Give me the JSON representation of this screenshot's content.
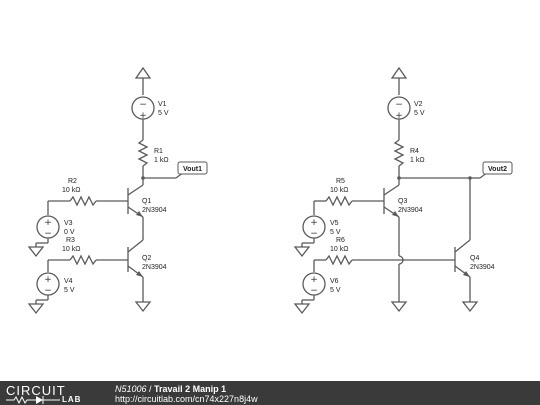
{
  "footer": {
    "logo_top": "CIRCUIT",
    "logo_bottom": "LAB",
    "circuit_id": "N51006",
    "separator": " / ",
    "circuit_name": "Travail 2 Manip 1",
    "url": "http://circuitlab.com/cn74x227n8j4w"
  },
  "left_circuit": {
    "V1": {
      "name": "V1",
      "value": "5 V"
    },
    "R1": {
      "name": "R1",
      "value": "1 kΩ"
    },
    "R2": {
      "name": "R2",
      "value": "10 kΩ"
    },
    "Q1": {
      "name": "Q1",
      "value": "2N3904"
    },
    "V3": {
      "name": "V3",
      "value": "0 V"
    },
    "R3": {
      "name": "R3",
      "value": "10 kΩ"
    },
    "Q2": {
      "name": "Q2",
      "value": "2N3904"
    },
    "V4": {
      "name": "V4",
      "value": "5 V"
    },
    "out": "Vout1"
  },
  "right_circuit": {
    "V2": {
      "name": "V2",
      "value": "5 V"
    },
    "R4": {
      "name": "R4",
      "value": "1 kΩ"
    },
    "R5": {
      "name": "R5",
      "value": "10 kΩ"
    },
    "Q3": {
      "name": "Q3",
      "value": "2N3904"
    },
    "V5": {
      "name": "V5",
      "value": "5 V"
    },
    "R6": {
      "name": "R6",
      "value": "10 kΩ"
    },
    "Q4": {
      "name": "Q4",
      "value": "2N3904"
    },
    "V6": {
      "name": "V6",
      "value": "5 V"
    },
    "out": "Vout2"
  },
  "symbols": {
    "plus": "+",
    "minus": "−"
  }
}
